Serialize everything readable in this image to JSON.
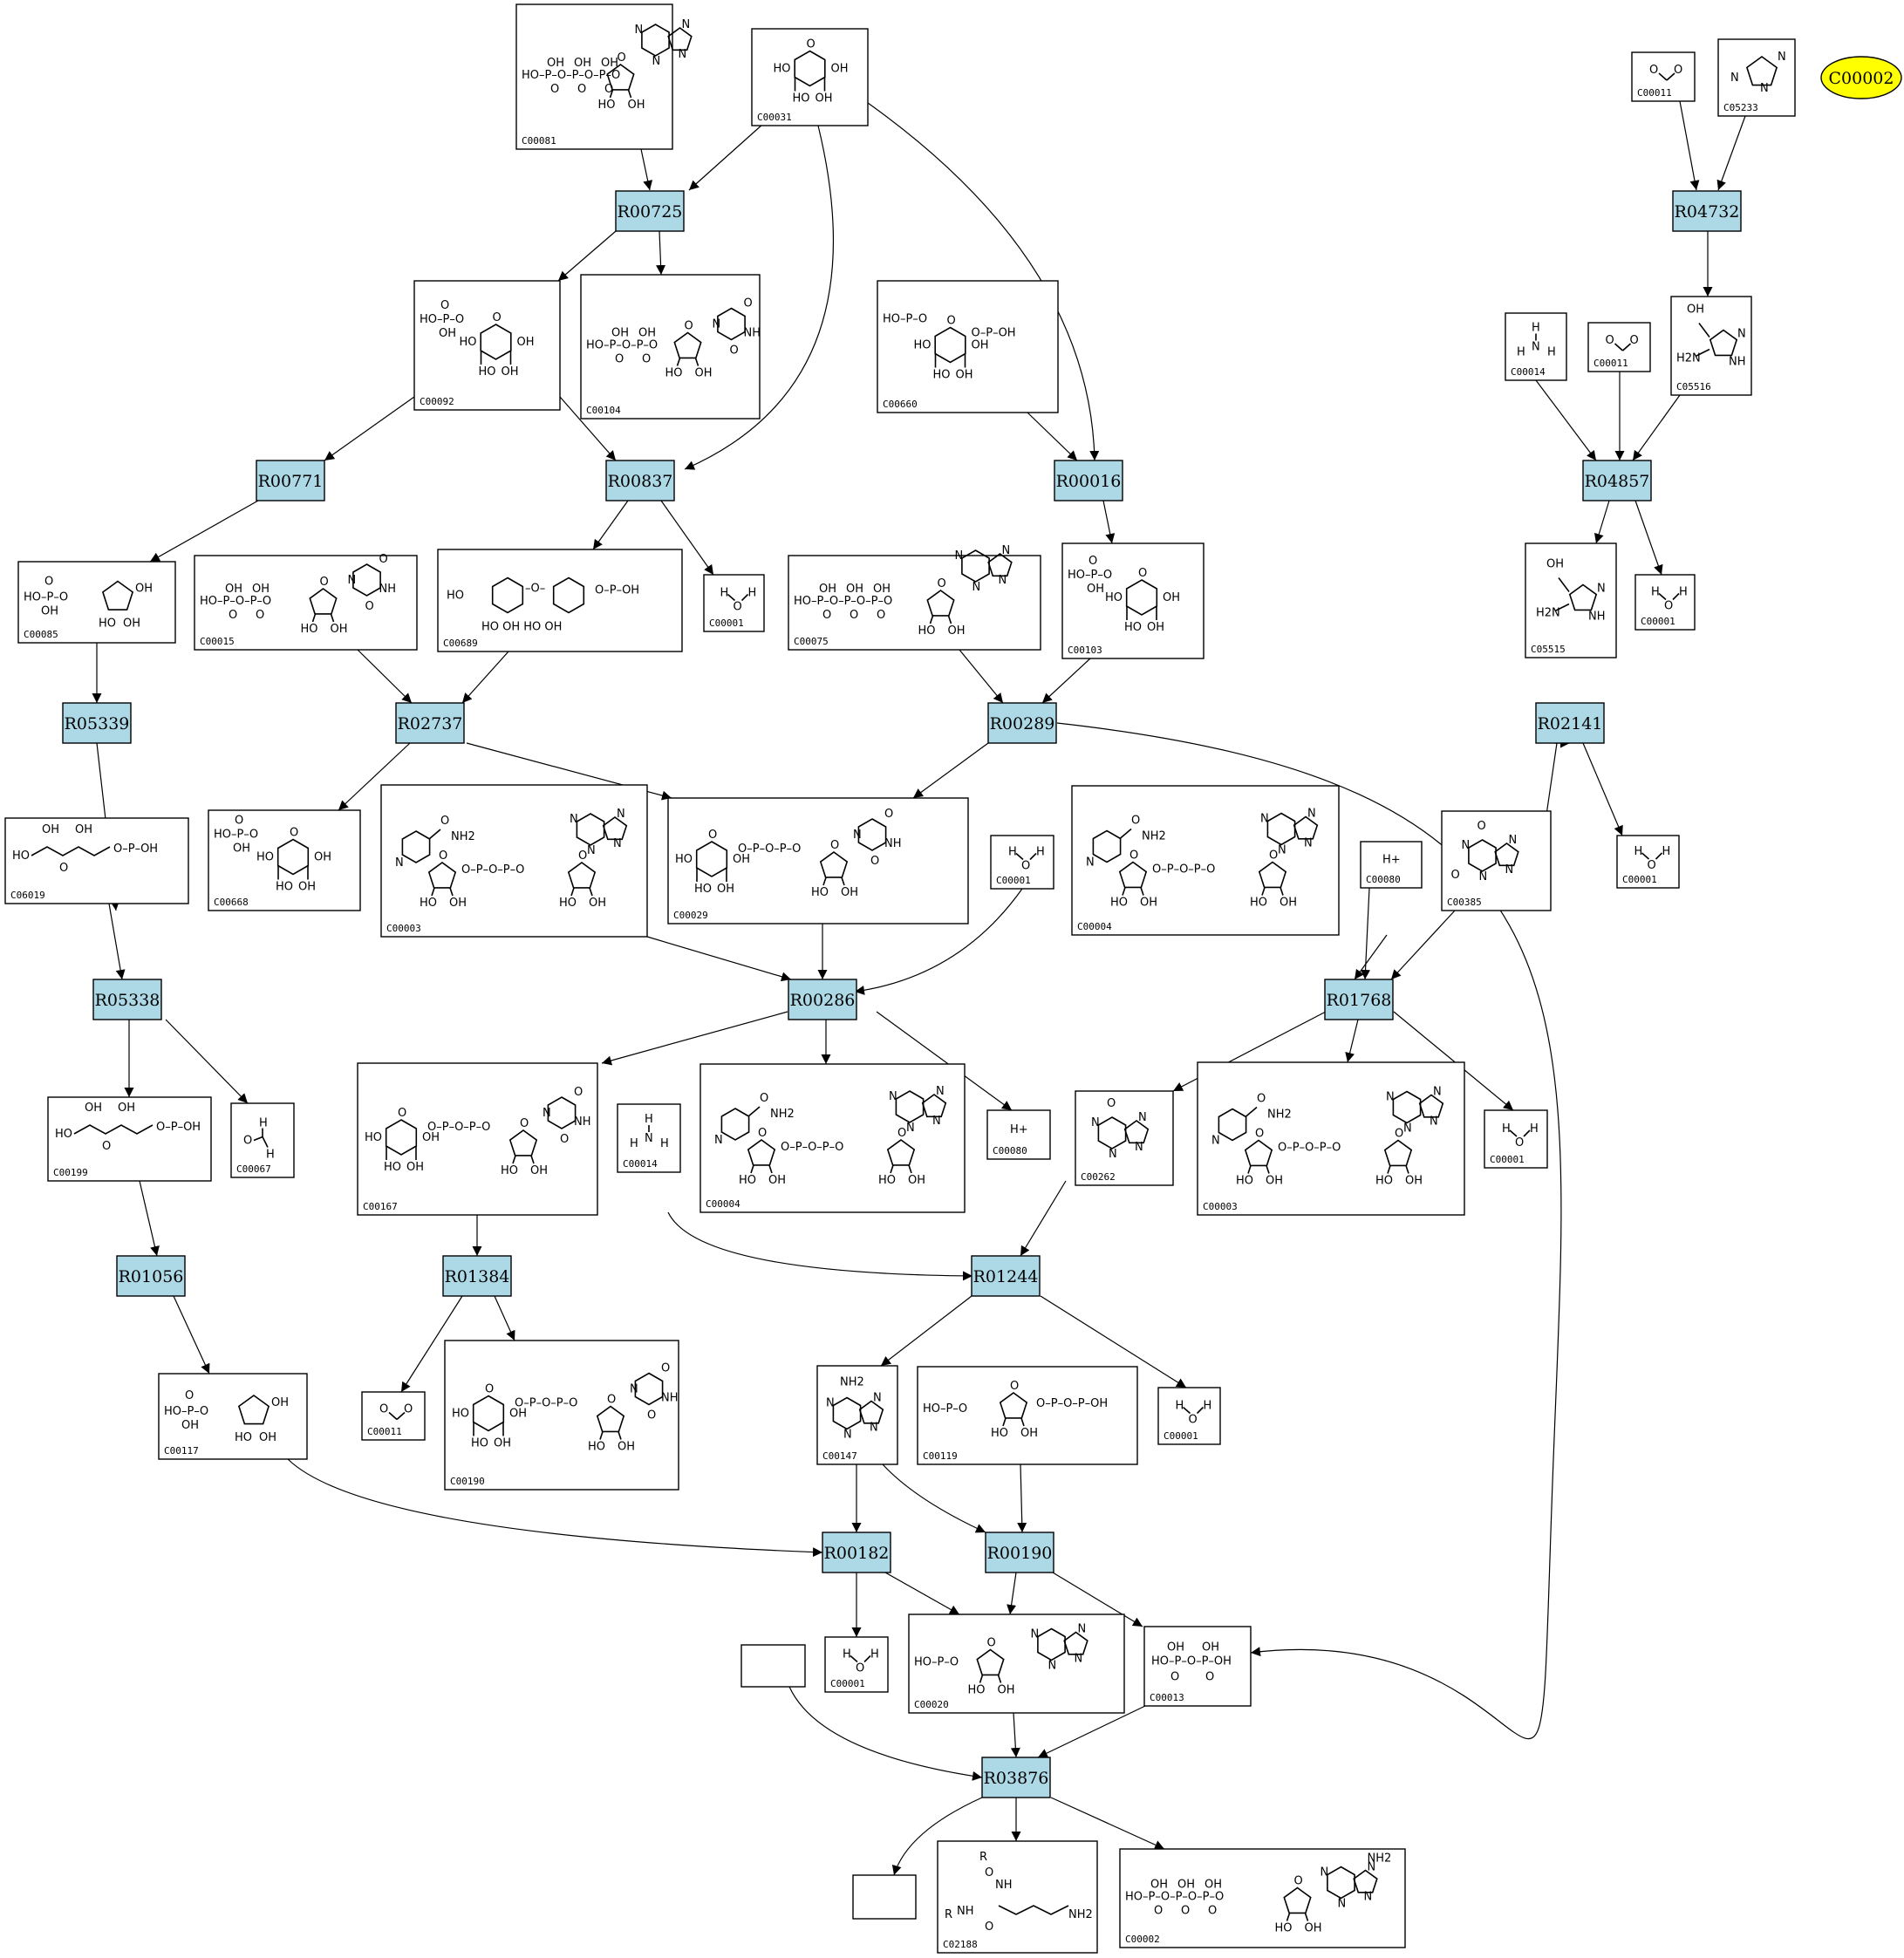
{
  "reactions": [
    "R00725",
    "R04732",
    "R00771",
    "R00837",
    "R00016",
    "R04857",
    "R05339",
    "R02737",
    "R00289",
    "R02141",
    "R00286",
    "R01768",
    "R05338",
    "R01056",
    "R01384",
    "R01244",
    "R00182",
    "R00190",
    "R03876"
  ],
  "compounds": {
    "C00081": "C00081",
    "C00031": "C00031",
    "C00011a": "C00011",
    "C05233": "C05233",
    "C00092": "C00092",
    "C00104": "C00104",
    "C00660": "C00660",
    "C00014a": "C00014",
    "C00011b": "C00011",
    "C05516": "C05516",
    "C00085": "C00085",
    "C00015": "C00015",
    "C00689": "C00689",
    "C00001a": "C00001",
    "C00075": "C00075",
    "C00103": "C00103",
    "C05515": "C05515",
    "C00001b": "C00001",
    "C06019": "C06019",
    "C00668": "C00668",
    "C00003a": "C00003",
    "C00029": "C00029",
    "C00001c": "C00001",
    "C00004a": "C00004",
    "C00080a": "C00080",
    "C00385": "C00385",
    "C00001d": "C00001",
    "C00199": "C00199",
    "C00067": "C00067",
    "C00167": "C00167",
    "C00014b": "C00014",
    "C00004b": "C00004",
    "C00080b": "C00080",
    "C00262": "C00262",
    "C00003b": "C00003",
    "C00001e": "C00001",
    "C00117": "C00117",
    "C00011c": "C00011",
    "C00190": "C00190",
    "C00147": "C00147",
    "C00119": "C00119",
    "C00001f": "C00001",
    "C00001g": "C00001",
    "C00020": "C00020",
    "C00013": "C00013",
    "C02188": "C02188",
    "C00002": "C00002"
  },
  "highlight": {
    "label": "C00002",
    "color": "#ffff00"
  },
  "reaction_color": "#add8e6",
  "labels": {
    "h": "H",
    "o": "O",
    "hplus": "H+",
    "n": "N",
    "nh2": "NH2"
  }
}
